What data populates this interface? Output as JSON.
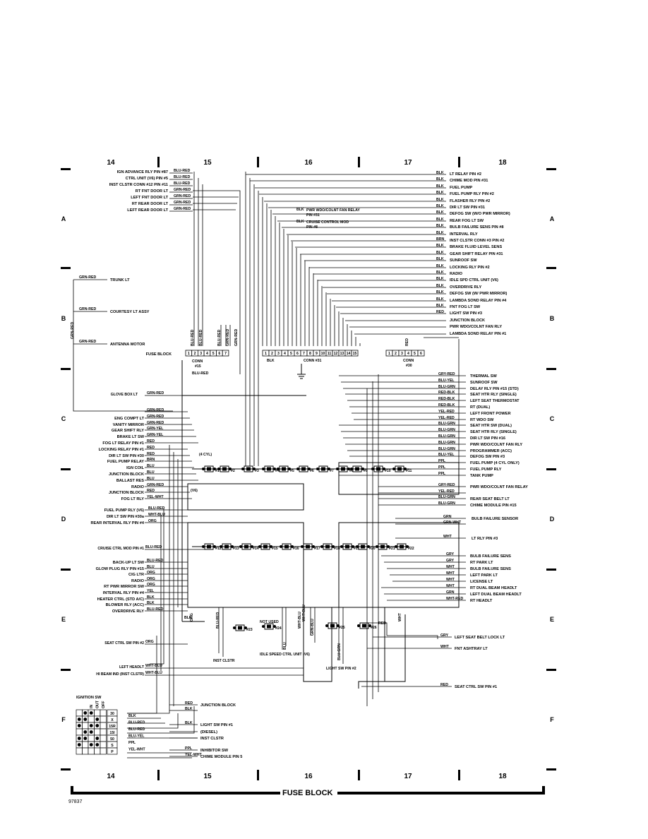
{
  "zones": [
    "14",
    "15",
    "16",
    "17",
    "18"
  ],
  "rows": [
    "A",
    "B",
    "C",
    "D",
    "E",
    "F"
  ],
  "footer": {
    "title": "FUSE BLOCK",
    "code": "97837"
  },
  "fuse_block": {
    "label": "FUSE BLOCK",
    "conn15": "CONN #15",
    "conn31": "CONN #31",
    "conn30": "CONN #30",
    "pins15": [
      "1",
      "2",
      "3",
      "4",
      "5",
      "6",
      "7"
    ],
    "pins31": [
      "1",
      "2",
      "3",
      "4",
      "5",
      "6",
      "7",
      "8",
      "9",
      "10",
      "11",
      "12",
      "13",
      "14",
      "15"
    ],
    "pins30": [
      "1",
      "2",
      "3",
      "4",
      "5",
      "6"
    ]
  },
  "top_left": [
    {
      "label": "IGN ADVANCE RLY PIN #87",
      "wire": "BLU-RED"
    },
    {
      "label": "CTRL UNIT (V6) PIN #5",
      "wire": "BLU-RED"
    },
    {
      "label": "INST CLSTR CONN #12 PIN #11",
      "wire": "BLU-RED"
    },
    {
      "label": "RT FNT DOOR LT",
      "wire": "GRN-RED"
    },
    {
      "label": "LEFT FNT DOOR LT",
      "wire": "GRN-RED"
    },
    {
      "label": "RT REAR DOOR LT",
      "wire": "GRN-RED"
    },
    {
      "label": "LEFT REAR DOOR LT",
      "wire": "GRN-RED"
    }
  ],
  "top_mid": [
    {
      "label": "PWR WDO/COLNT FAN RELAY PIN #31",
      "wire": "BLK"
    },
    {
      "label": "CRUISE CONTROL MOD PIN #8",
      "wire": "BLK"
    }
  ],
  "top_right": [
    {
      "label": "LT RELAY PIN #2",
      "wire": "BLK"
    },
    {
      "label": "CHIME MOD PIN #31",
      "wire": "BLK"
    },
    {
      "label": "FUEL PUMP",
      "wire": "BLK"
    },
    {
      "label": "FUEL PUMP RLY PIN #2",
      "wire": "BLK"
    },
    {
      "label": "FLASHER RLY PIN #2",
      "wire": "BLK"
    },
    {
      "label": "DIR LT SW PIN #31",
      "wire": "BLK"
    },
    {
      "label": "DEFOG SW (W/O PWR MIRROR)",
      "wire": "BLK"
    },
    {
      "label": "REAR FOG LT SW",
      "wire": "BLK"
    },
    {
      "label": "BULB FAILURE SENS PIN #8",
      "wire": "BLK"
    },
    {
      "label": "INTERVAL RLY",
      "wire": "BLK"
    },
    {
      "label": "INST CLSTR CONN #3 PIN #2",
      "wire": "BRN"
    },
    {
      "label": "BRAKE FLUID LEVEL SENS",
      "wire": "BLK"
    },
    {
      "label": "GEAR SHIFT RELAY PIN #31",
      "wire": "BLK"
    },
    {
      "label": "SUNROOF SW",
      "wire": "BLK"
    },
    {
      "label": "LOCKING RLY PIN #2",
      "wire": "BLK"
    },
    {
      "label": "RADIO",
      "wire": "BLK"
    },
    {
      "label": "IDLE SPD CTRL UNIT (V6)",
      "wire": "BLK"
    },
    {
      "label": "OVERDRIVE RLY",
      "wire": "BLK"
    },
    {
      "label": "DEFOG SW (W/ PWR MIRROR)",
      "wire": "BLK"
    },
    {
      "label": "LAMBDA SOND RELAY PIN #4",
      "wire": "BLK"
    },
    {
      "label": "FNT FOG LT SW",
      "wire": "BLK"
    },
    {
      "label": "LIGHT SW PIN #3",
      "wire": "RED"
    },
    {
      "label": "JUNCTION BLOCK",
      "wire": ""
    },
    {
      "label": "PWR WDO/COLNT FAN RLY",
      "wire": ""
    },
    {
      "label": "LAMBDA SOND RELAY PIN #1",
      "wire": ""
    }
  ],
  "left_b": [
    {
      "label": "TRUNK LT",
      "wire": "GRN-RED"
    },
    {
      "label": "COURTESY LT ASSY",
      "wire": "GRN-RED"
    },
    {
      "label": "ANTENNA MOTOR",
      "wire": "GRN-RED"
    }
  ],
  "left_b_vertical": "GRN-RED",
  "glove_box": {
    "label": "GLOVE BOX LT",
    "wire": "GRN-RED"
  },
  "left_c": [
    {
      "label": "",
      "wire": "GRN-RED"
    },
    {
      "label": "ENG COMPT LT",
      "wire": "GRN-RED"
    },
    {
      "label": "VANITY MIRROR",
      "wire": "GRN-RED"
    },
    {
      "label": "GEAR SHIFT RLY",
      "wire": "GRN-YEL"
    },
    {
      "label": "BRAKE LT SW",
      "wire": "GRN-YEL"
    },
    {
      "label": "FOG LT RELAY PIN #1",
      "wire": "RED"
    },
    {
      "label": "LOCKING RELAY PIN #1",
      "wire": "RED"
    },
    {
      "label": "DIR LT SW PIN #30",
      "wire": "RED"
    },
    {
      "label": "FUEL PUMP RELAY",
      "wire": "BRN"
    },
    {
      "label": "IGN COIL",
      "wire": "BLU"
    },
    {
      "label": "JUNCTION BLOCK",
      "wire": "BLU"
    },
    {
      "label": "BALLAST RES",
      "wire": "BLU"
    },
    {
      "label": "RADIO",
      "wire": "GRN-RED"
    },
    {
      "label": "JUNCTION BLOCK",
      "wire": "RED"
    },
    {
      "label": "FOG LT RLY",
      "wire": "YEL-WHT"
    }
  ],
  "left_d": [
    {
      "label": "FUEL PUMP RLY (V6)",
      "wire": "BLU-RED"
    },
    {
      "label": "DIR LT SW PIN #30a",
      "wire": "WHT-BLU"
    },
    {
      "label": "REAR INTERVAL RLY PIN #4",
      "wire": "ORG"
    }
  ],
  "cruise": {
    "label": "CRUISE CTRL MOD PIN #1",
    "wire": "BLU-RED"
  },
  "left_e": [
    {
      "label": "BACK-UP LT SW",
      "wire": "BLU-RED"
    },
    {
      "label": "GLOW PLUG RLY PIN #15",
      "wire": "BLU"
    },
    {
      "label": "CIG LTR",
      "wire": "ORG"
    },
    {
      "label": "RADIO",
      "wire": "ORG"
    },
    {
      "label": "RT PWR MIRROR SW",
      "wire": "ORG"
    },
    {
      "label": "INTERVAL RLY PIN #4",
      "wire": "YEL"
    },
    {
      "label": "HEATER CTRL (STD A/C)",
      "wire": "BLK"
    },
    {
      "label": "BLOWER RLY (ACC)",
      "wire": "BLK"
    },
    {
      "label": "OVERDRIVE RLY",
      "wire": "BLU-RED"
    }
  ],
  "seat_ctrl": {
    "label": "SEAT CTRL SW PIN #2",
    "wire": "ORG"
  },
  "headlt": [
    {
      "label": "LEFT HEADLT",
      "wire": "WHT-BLU"
    },
    {
      "label": "HI BEAM IND (INST CLSTR)",
      "wire": "WHT-BLU"
    }
  ],
  "right_c": [
    {
      "label": "THERMAL SW",
      "wire": "GRY-RED"
    },
    {
      "label": "SUNROOF SW",
      "wire": "BLU-YEL"
    },
    {
      "label": "DELAY RLY PIN #15 (STD)",
      "wire": "BLU-GRN"
    },
    {
      "label": "SEAT HTR RLY (SINGLE)",
      "wire": "RED-BLK"
    },
    {
      "label": "LEFT  SEAT THERMOSTAT",
      "wire": "RED-BLK"
    },
    {
      "label": "RT  (DUAL)",
      "wire": "RED-BLK"
    },
    {
      "label": "LEFT  FRONT POWER",
      "wire": "YEL-RED"
    },
    {
      "label": "RT  WDO SW",
      "wire": "YEL-RED"
    },
    {
      "label": "SEAT HTR SW (DUAL)",
      "wire": "BLU-GRN"
    },
    {
      "label": "SEAT HTR RLY (SINGLE)",
      "wire": "BLU-GRN"
    },
    {
      "label": "DIR LT SW PIN #16",
      "wire": "BLU-GRN"
    },
    {
      "label": "PWR WDO/COLNT FAN RLY",
      "wire": "BLU-GRN"
    },
    {
      "label": "PROGRAMMER (ACC)",
      "wire": "BLU-GRN"
    },
    {
      "label": "DEFOG SW PIN #3",
      "wire": "BLU-YEL"
    },
    {
      "label": "FUEL PUMP (4 CYL ONLY)",
      "wire": "PPL"
    },
    {
      "label": "FUEL PUMP RLY",
      "wire": "PPL"
    },
    {
      "label": "TANK PUMP",
      "wire": "PPL"
    }
  ],
  "right_c2": [
    {
      "label": "PWR WDO/COLNT FAN RELAY",
      "wire": "GRY-RED"
    },
    {
      "label": "",
      "wire": "YEL-RED"
    },
    {
      "label": "REAR SEAT BELT LT",
      "wire": "BLU-GRN"
    },
    {
      "label": "CHIME MODULE PIN #15",
      "wire": "BLU-GRN"
    }
  ],
  "right_d": [
    {
      "label": "BULB FAILURE SENSOR",
      "wire": "GRN"
    },
    {
      "label": "",
      "wire": "GRN-WHT"
    },
    {
      "label": "LT RLY PIN #3",
      "wire": "WHT"
    }
  ],
  "right_e": [
    {
      "label": "BULB FAILURE SENS",
      "wire": "GRY"
    },
    {
      "label": "RT PARK LT",
      "wire": "GRY"
    },
    {
      "label": "BULB FAILURE SENS",
      "wire": "WHT"
    },
    {
      "label": "LEFT PARK LT",
      "wire": "WHT"
    },
    {
      "label": "LICENSE LT",
      "wire": "WHT"
    },
    {
      "label": "RT DUAL BEAM HEADLT",
      "wire": "WHT"
    },
    {
      "label": "LEFT DUAL BEAM HEADLT",
      "wire": "GRN"
    },
    {
      "label": "RT HEADLT",
      "wire": "WHT-RED"
    }
  ],
  "right_ef": [
    {
      "label": "LEFT SEAT BELT LOCK LT",
      "wire": "GRY"
    },
    {
      "label": "FNT ASHTRAY LT",
      "wire": "WHT"
    },
    {
      "label": "SEAT CTRL SW PIN #1",
      "wire": "RED"
    }
  ],
  "fuses_row1": [
    "#1",
    "#2",
    "#3",
    "#4",
    "#5",
    "#6",
    "#7",
    "#8",
    "#9",
    "#10",
    "#11"
  ],
  "fuses_row2": [
    "#12",
    "#13",
    "#14",
    "#15",
    "#16",
    "#17",
    "#18",
    "#19",
    "#20",
    "#21",
    "#22"
  ],
  "fuses_row3": [
    "#23",
    "#24",
    "#25",
    "#26"
  ],
  "fuse_notes": {
    "cyl4": "(4 CYL)",
    "v6": "(V6)",
    "not_used": "NOT USED"
  },
  "bottom_labels": {
    "inst_clstr": "INST CLSTR",
    "idle_speed": "IDLE SPEED CTRL UNIT (V6)",
    "light_sw": "LIGHT SW PIN #2",
    "blu_grn": "BLU-GRN",
    "red": "RED",
    "orig": "ORG",
    "blu_red": "BLU-RED",
    "wht_blu": "WHT-BLU",
    "grn_blu": "GRN-BLU",
    "blu": "BLU",
    "wht": "WHT",
    "blk": "BLK"
  },
  "ignition": {
    "title": "IGNITION SW",
    "header": [
      "30",
      "X",
      "15R",
      "15I",
      "50",
      "S",
      "P"
    ],
    "wires": [
      {
        "label": "JUNCTION BLOCK",
        "wire": "RED"
      },
      {
        "label": "",
        "wire": "BLK"
      },
      {
        "label": "LIGHT SW PIN #1",
        "wire": "BLK"
      },
      {
        "label": "(DIESEL)",
        "wire": ""
      },
      {
        "label": "INST CLSTR",
        "wire": ""
      },
      {
        "label": "INHIBITOR SW",
        "wire": "PPL"
      },
      {
        "label": "CHIME MODULE PIN 5",
        "wire": "YEL-WHT"
      }
    ],
    "wire_labels": [
      "BLK",
      "BLU-RED",
      "BLU-RED",
      "BLU-YEL",
      "PPL",
      "YEL-WHT"
    ],
    "cols": [
      "IN",
      "OUT",
      "OFF"
    ]
  },
  "vertical_tags": {
    "blu_red": "BLU-RED",
    "blu_red2": "BLU-RED",
    "blu_red3": "BLU-RED",
    "grn_red": "GRN-RED",
    "grn_red2": "GRN-RED",
    "blk": "BLK",
    "brn": "BRN",
    "red": "RED"
  }
}
